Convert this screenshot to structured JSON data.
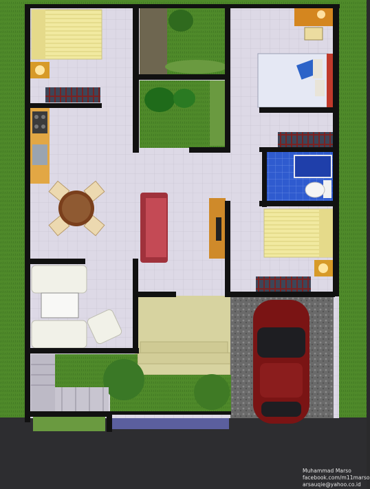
{
  "credits": {
    "name": "Muhammad Marso",
    "facebook": "facebook.com/m11marso",
    "email": "arsauqie@yahoo.co.id"
  },
  "colors": {
    "grass": "#4f8a2a",
    "road": "#2d2d30",
    "wall": "#111111",
    "floor_tile": "#ddd9e6",
    "bath_tile": "#2a55c8",
    "garage_paving": "#6d6d6d",
    "car": "#7a1414",
    "sofa_red": "#b8434c",
    "bed_sheet": "#f2eba0",
    "terrace": "#d7d3a0"
  },
  "plan": {
    "rooms": [
      "bedroom-top-left",
      "bedroom-top-right",
      "bedroom-middle-right",
      "kitchen-dining",
      "living-room",
      "bathroom",
      "guest-room",
      "terrace",
      "garage",
      "garden-courtyard",
      "front-garden"
    ]
  }
}
